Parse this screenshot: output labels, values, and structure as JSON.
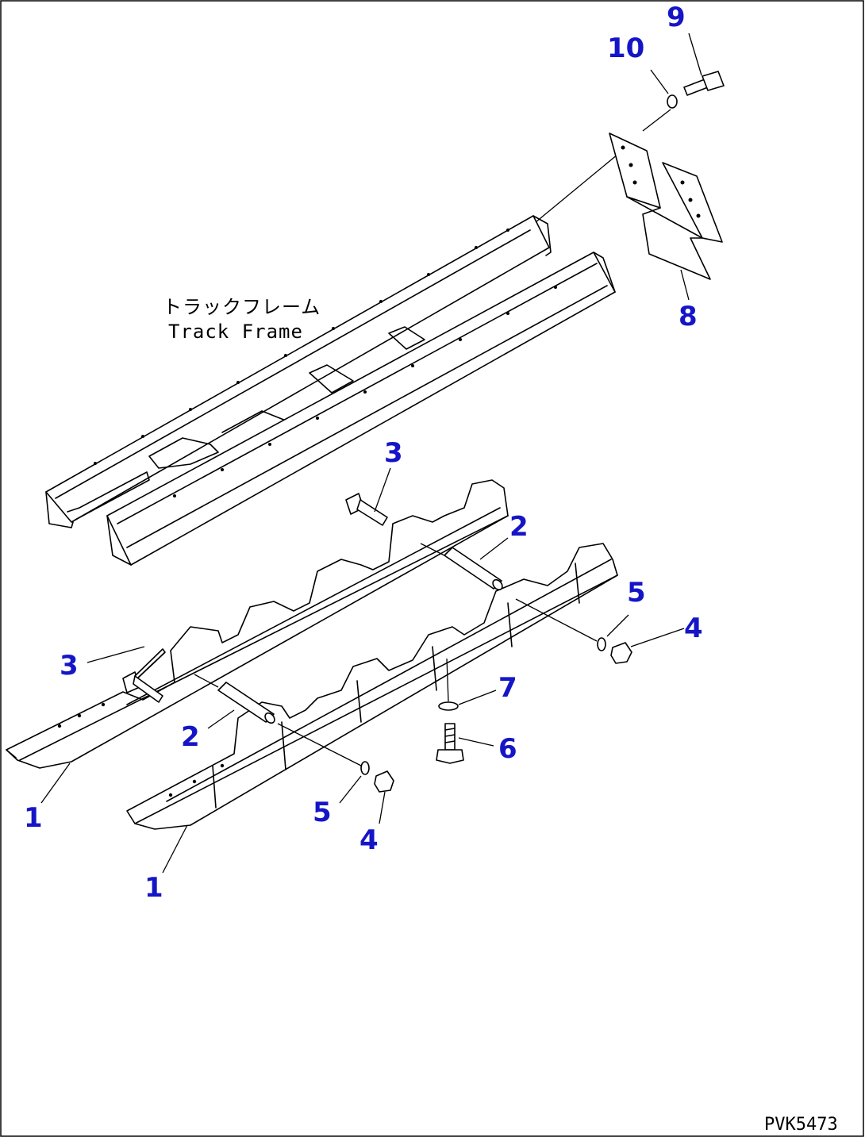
{
  "labels": {
    "frame_jp": "トラックフレーム",
    "frame_en": "Track Frame",
    "drawing_number": "PVK5473"
  },
  "callouts": {
    "c1a": "1",
    "c1b": "1",
    "c2a": "2",
    "c2b": "2",
    "c3a": "3",
    "c3b": "3",
    "c4a": "4",
    "c4b": "4",
    "c5a": "5",
    "c5b": "5",
    "c6": "6",
    "c7": "7",
    "c8": "8",
    "c9": "9",
    "c10": "10"
  },
  "colors": {
    "callout": "#1515c8",
    "line": "#000000",
    "background": "#ffffff"
  }
}
